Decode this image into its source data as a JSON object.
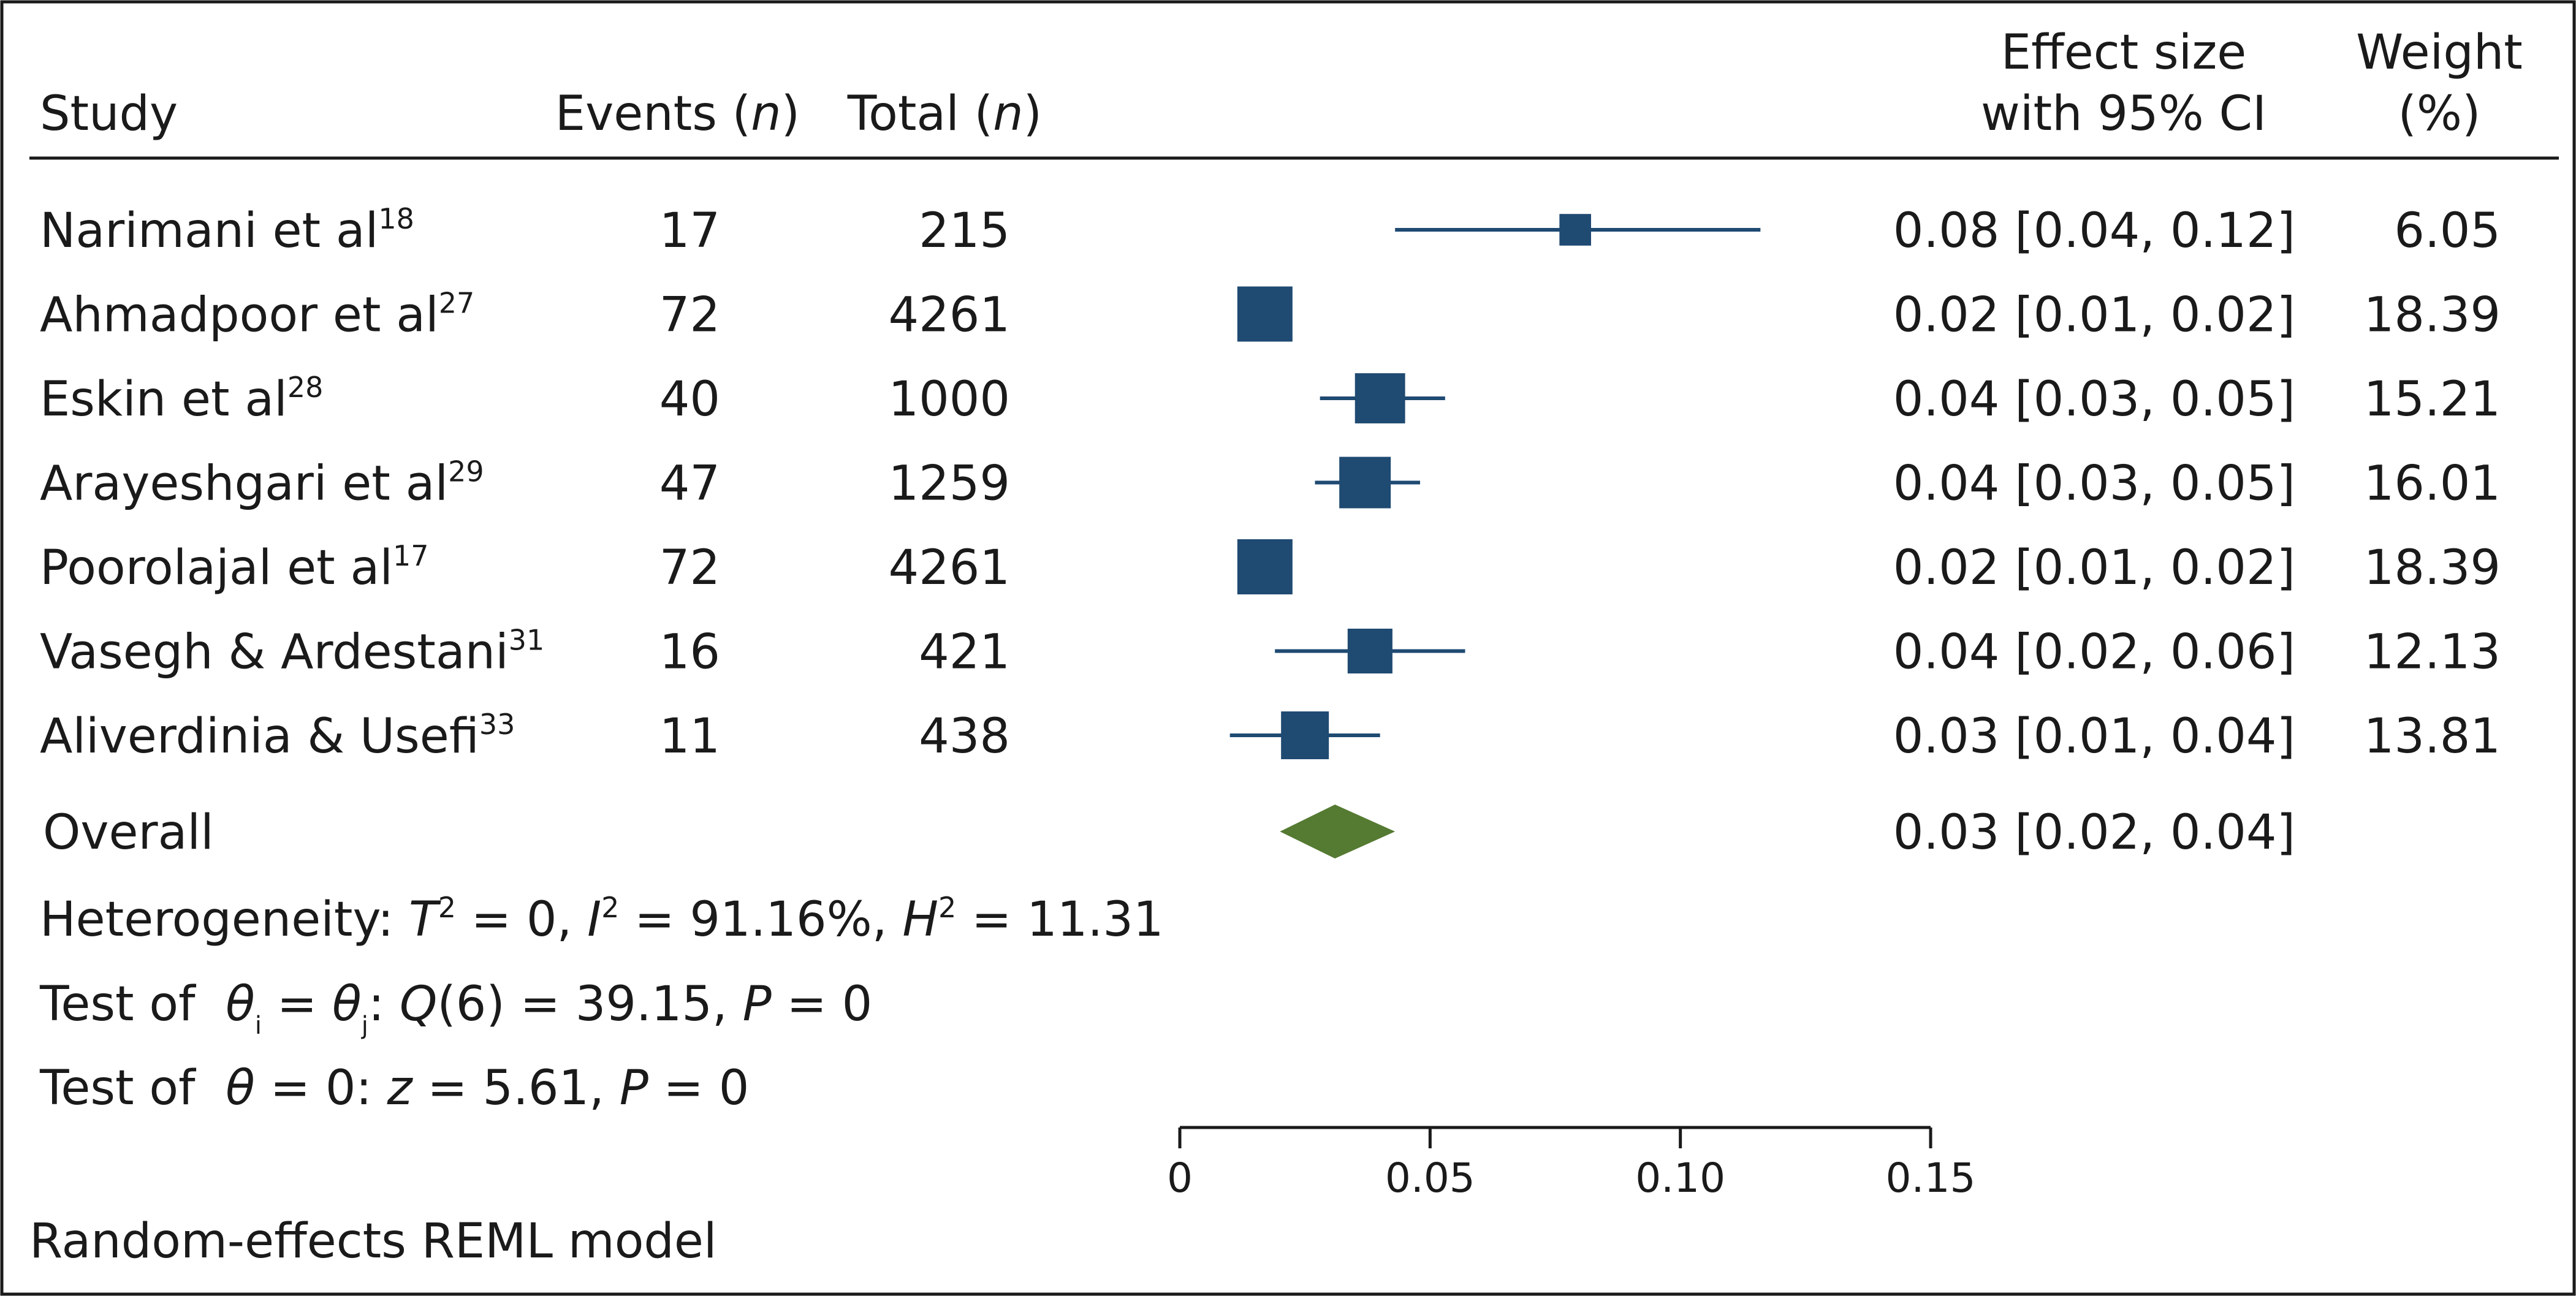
{
  "headers": {
    "study": "Study",
    "events": "Events",
    "events_n": "n",
    "total": "Total",
    "total_n": "n",
    "effect_line1": "Effect size",
    "effect_line2": "with 95% CI",
    "weight_line1": "Weight",
    "weight_line2": "(%)"
  },
  "chart_data": {
    "type": "forest",
    "xlim": [
      0,
      0.15
    ],
    "ticks": [
      0,
      0.05,
      0.1,
      0.15
    ],
    "tick_labels": [
      "0",
      "0.05",
      "0.10",
      "0.15"
    ],
    "colors": {
      "study_marker": "#1f4a72",
      "overall_marker": "#557a32",
      "text": "#1a1a1a"
    },
    "studies": [
      {
        "name": "Narimani et al",
        "ref": "18",
        "events": "17",
        "total": "215",
        "es": 0.079,
        "lo": 0.043,
        "hi": 0.116,
        "weight": 6.05,
        "ci_text": "0.08 [0.04, 0.12]",
        "weight_text": "6.05"
      },
      {
        "name": "Ahmadpoor et al",
        "ref": "27",
        "events": "72",
        "total": "4261",
        "es": 0.017,
        "lo": 0.013,
        "hi": 0.021,
        "weight": 18.39,
        "ci_text": "0.02 [0.01, 0.02]",
        "weight_text": "18.39"
      },
      {
        "name": "Eskin et al",
        "ref": "28",
        "events": "40",
        "total": "1000",
        "es": 0.04,
        "lo": 0.028,
        "hi": 0.053,
        "weight": 15.21,
        "ci_text": "0.04 [0.03, 0.05]",
        "weight_text": "15.21"
      },
      {
        "name": "Arayeshgari et al",
        "ref": "29",
        "events": "47",
        "total": "1259",
        "es": 0.037,
        "lo": 0.027,
        "hi": 0.048,
        "weight": 16.01,
        "ci_text": "0.04 [0.03, 0.05]",
        "weight_text": "16.01"
      },
      {
        "name": "Poorolajal et al",
        "ref": "17",
        "events": "72",
        "total": "4261",
        "es": 0.017,
        "lo": 0.013,
        "hi": 0.021,
        "weight": 18.39,
        "ci_text": "0.02 [0.01, 0.02]",
        "weight_text": "18.39"
      },
      {
        "name": "Vasegh & Ardestani",
        "ref": "31",
        "events": "16",
        "total": "421",
        "es": 0.038,
        "lo": 0.019,
        "hi": 0.057,
        "weight": 12.13,
        "ci_text": "0.04 [0.02, 0.06]",
        "weight_text": "12.13"
      },
      {
        "name": "Aliverdinia & Usefi",
        "ref": "33",
        "events": "11",
        "total": "438",
        "es": 0.025,
        "lo": 0.01,
        "hi": 0.04,
        "weight": 13.81,
        "ci_text": "0.03 [0.01, 0.04]",
        "weight_text": "13.81"
      }
    ],
    "overall": {
      "label": "Overall",
      "es": 0.031,
      "lo": 0.02,
      "hi": 0.043,
      "ci_text": "0.03 [0.02, 0.04]"
    }
  },
  "stats": {
    "heterogeneity": {
      "prefix": "Heterogeneity: ",
      "t2_sym": "T",
      "t2_val": " = 0, ",
      "i2_sym": "I",
      "i2_val": " = 91.16%, ",
      "h2_sym": "H",
      "h2_val": " = 11.31",
      "sq": "2"
    },
    "test_equal": {
      "prefix": "Test of  ",
      "theta": "θ",
      "sub_i": "i",
      "eq": " = ",
      "sub_j": "j",
      "colon": ": ",
      "q_sym": "Q",
      "q_rest": "(6) = 39.15, ",
      "p_sym": "P",
      "p_rest": " = 0"
    },
    "test_zero": {
      "prefix": "Test of  ",
      "theta": "θ",
      "rest1": " = 0: ",
      "z_sym": "z",
      "rest2": " = 5.61, ",
      "p_sym": "P",
      "p_rest": " = 0"
    }
  },
  "footer": {
    "model": "Random-effects REML model"
  }
}
